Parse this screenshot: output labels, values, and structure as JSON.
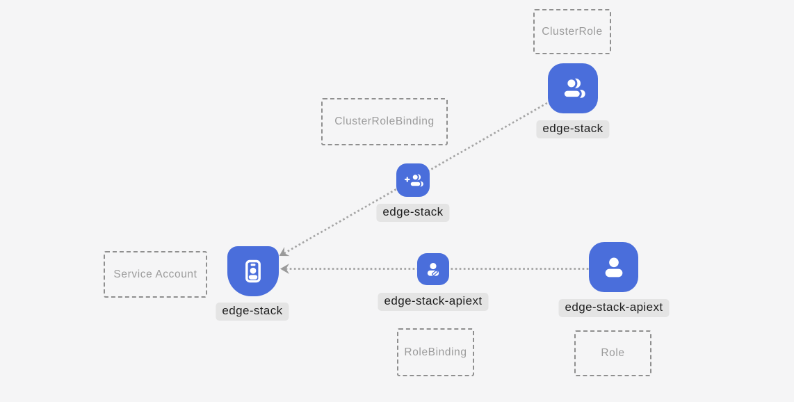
{
  "colors": {
    "background": "#f5f5f6",
    "node_blue": "#4a6edb",
    "glyph_white": "#ffffff",
    "label_bg": "#e4e4e4",
    "label_text": "#1f1f1f",
    "box_border": "#8f8f8f",
    "box_label_text": "#9b9b9b",
    "edge_gray": "#a5a5a5",
    "arrow_gray": "#9a9a9a"
  },
  "kind_boxes": [
    {
      "label": "ClusterRole"
    },
    {
      "label": "ClusterRoleBinding"
    },
    {
      "label": "Service Account"
    },
    {
      "label": "RoleBinding"
    },
    {
      "label": "Role"
    }
  ],
  "nodes": [
    {
      "label": "edge-stack",
      "icon": "users-group-icon",
      "kind": "ClusterRole"
    },
    {
      "label": "edge-stack",
      "icon": "user-plus-icon",
      "kind": "ClusterRoleBinding"
    },
    {
      "label": "edge-stack",
      "icon": "id-badge-icon",
      "kind": "Service Account"
    },
    {
      "label": "edge-stack-apiext",
      "icon": "user-edit-icon",
      "kind": "RoleBinding"
    },
    {
      "label": "edge-stack-apiext",
      "icon": "user-icon",
      "kind": "Role"
    }
  ],
  "edges": [
    {
      "from": "edge-stack (ClusterRole)",
      "to": "edge-stack (Service Account)",
      "style": "dotted",
      "arrowhead": "at Service Account"
    },
    {
      "from": "edge-stack-apiext (Role)",
      "to": "edge-stack (Service Account)",
      "style": "dotted",
      "arrowhead": "at Service Account"
    }
  ]
}
